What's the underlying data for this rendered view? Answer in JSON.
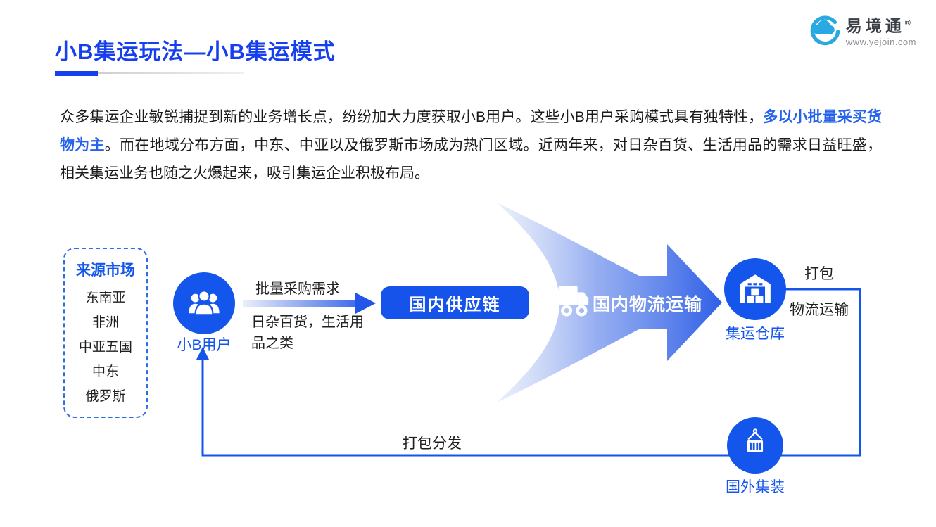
{
  "header": {
    "title": "小B集运玩法—小B集运模式",
    "logo": {
      "name": "易境通",
      "registered_mark": "®",
      "site": "www.yejoin.com",
      "icon": "cloud-e-logo-icon"
    }
  },
  "intro": {
    "text_1": "众多集运企业敏锐捕捉到新的业务增长点，纷纷加大力度获取小B用户。这些小B用户采购模式具有独特性，",
    "highlight": "多以小批量采买货物为主",
    "text_2": "。而在地域分布方面，中东、中亚以及俄罗斯市场成为热门区域。近两年来，对日杂百货、生活用品的需求日益旺盛，相关集运业务也随之火爆起来，吸引集运企业积极布局。"
  },
  "diagram": {
    "source_markets": {
      "title": "来源市场",
      "items": [
        "东南亚",
        "非洲",
        "中亚五国",
        "中东",
        "俄罗斯"
      ]
    },
    "nodes": {
      "buyer": {
        "label": "小B用户",
        "icon": "users-group-icon"
      },
      "supply_chain": {
        "label": "国内供应链"
      },
      "logistics": {
        "label": "国内物流运输",
        "icon": "truck-icon"
      },
      "warehouse": {
        "label": "集运仓库",
        "icon": "warehouse-icon"
      },
      "container": {
        "label": "国外集装",
        "icon": "container-crane-icon"
      }
    },
    "edges": {
      "demand_top": "批量采购需求",
      "demand_bottom": "日杂百货，生活用品之类",
      "pack": "打包",
      "transport": "物流运输",
      "distribute": "打包分发"
    }
  },
  "colors": {
    "primary_blue": "#1456EB",
    "title_blue": "#1640EE",
    "highlight_blue": "#2563EB",
    "logo_cyan": "#29A9E1",
    "text_dark": "#1F1F1F",
    "dashed_border_blue": "#2F6FE6"
  }
}
